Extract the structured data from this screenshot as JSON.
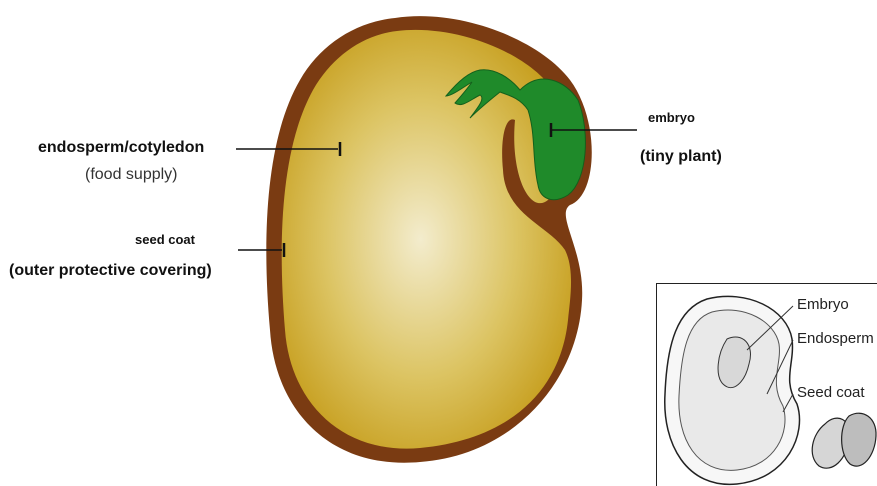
{
  "labels": {
    "endosperm_title": "endosperm/cotyledon",
    "endosperm_sub": "(food supply)",
    "seed_coat_title": "seed coat",
    "seed_coat_sub": "(outer protective covering)",
    "embryo_title": "embryo",
    "embryo_sub": "(tiny plant)"
  },
  "inset": {
    "embryo": "Embryo",
    "endosperm": "Endosperm",
    "seed_coat": "Seed coat"
  },
  "colors": {
    "seed_coat": "#7a3b12",
    "endosperm_light": "#f3eccd",
    "endosperm_dark": "#c9a01a",
    "embryo": "#1f8a2a"
  }
}
